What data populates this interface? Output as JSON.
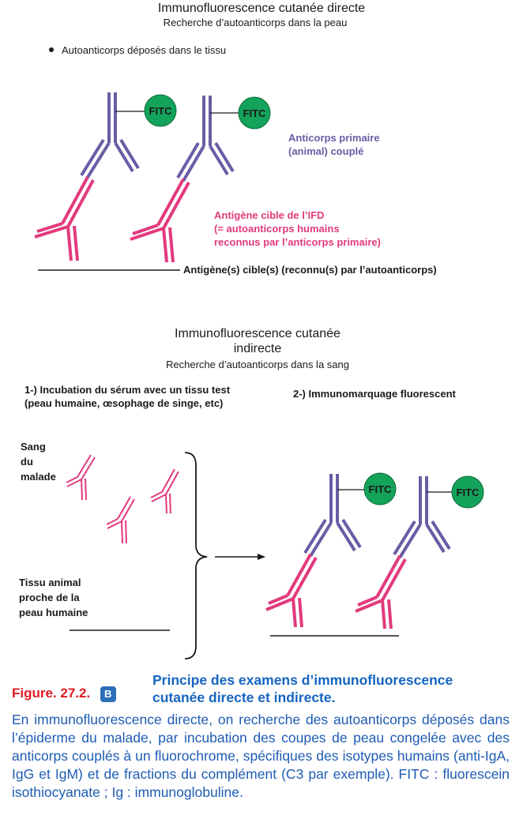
{
  "direct": {
    "title": "Immunofluorescence cutanée directe",
    "subtitle": "Recherche d’autoanticorps dans la peau",
    "bullet": "Autoanticorps déposés dans le tissu",
    "fitc": "FITC",
    "primary_label": [
      "Anticorps primaire",
      "(animal) couplé"
    ],
    "target_label": [
      "Antigène cible de l’IFD",
      "(= autoanticorps humains",
      "reconnus par l’anticorps primaire)"
    ],
    "tissue_label": "Antigène(s) cible(s) (reconnu(s) par l’autoanticorps)"
  },
  "indirect": {
    "title": [
      "Immunofluorescence cutanée",
      "indirecte"
    ],
    "subtitle": "Recherche d’autoanticorps dans la sang",
    "step1": [
      "1-) Incubation du sérum avec un tissu test",
      "(peau humaine, œsophage de singe, etc)"
    ],
    "step2": "2-) Immunomarquage fluorescent",
    "blood_label": [
      "Sang",
      "du",
      "malade"
    ],
    "tissue_label": [
      "Tissu animal",
      "proche de la",
      "peau humaine"
    ],
    "fitc": "FITC"
  },
  "caption": {
    "figure_label": "Figure. 27.2.",
    "badge": "B",
    "title": [
      "Principe des examens d’immunofluorescence",
      "cutanée directe et indirecte."
    ],
    "body": "En immunofluorescence directe, on recherche des autoanticorps déposés dans l’épiderme du malade, par incubation des coupes de peau congelée avec des anticorps couplés à un fluorochrome, spécifiques des isotypes humains (anti-IgA, IgG et IgM) et de fractions du complément (C3 par exemple). FITC : fluorescein isothiocyanate ; Ig : immunoglobuline."
  },
  "colors": {
    "primary_antibody": "#6b5ca5",
    "autoantibody": "#e23a7d",
    "fitc": "#13a35a",
    "caption_text": "#1e5cb3",
    "figure_label": "#e11b22"
  }
}
